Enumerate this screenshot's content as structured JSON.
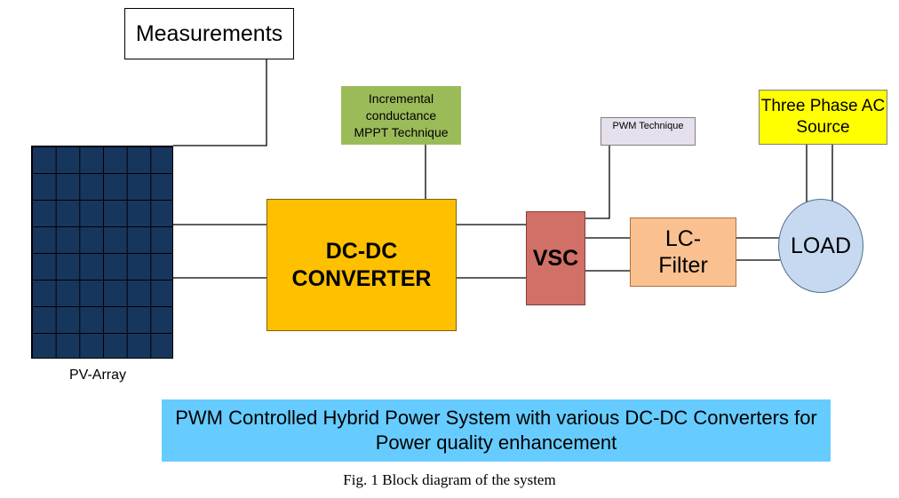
{
  "measurements": "Measurements",
  "mppt": {
    "line1": "Incremental",
    "line2": "conductance",
    "line3": "MPPT Technique"
  },
  "pwm_technique": "PWM Technique",
  "three_phase": {
    "line1": "Three Phase AC",
    "line2": "Source"
  },
  "dcdc": {
    "line1": "DC-DC",
    "line2": "CONVERTER"
  },
  "vsc": "VSC",
  "lc_filter": {
    "line1": "LC-",
    "line2": "Filter"
  },
  "load": "LOAD",
  "pv_array": "PV-Array",
  "banner": {
    "line1": "PWM Controlled Hybrid Power System with various DC-DC Converters for",
    "line2": "Power quality enhancement"
  },
  "caption": "Fig. 1 Block diagram of the system",
  "colors": {
    "mppt": "#9bbb59",
    "pwm": "#e6e0ec",
    "three_phase": "#ffff00",
    "dcdc": "#ffc000",
    "vsc": "#d07067",
    "lc_filter": "#fac090",
    "load": "#c6d9f1",
    "pv_array": "#17365d",
    "banner": "#66ccff"
  }
}
